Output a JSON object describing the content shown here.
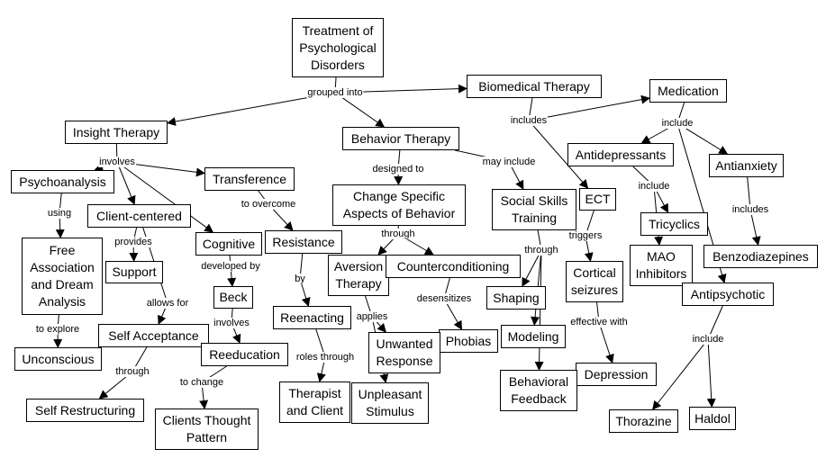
{
  "nodes": [
    {
      "label": "Treatment of\nPsychological\nDisorders"
    },
    {
      "label": "Biomedical Therapy"
    },
    {
      "label": "Medication"
    },
    {
      "label": "Insight Therapy"
    },
    {
      "label": "Behavior Therapy"
    },
    {
      "label": "Antidepressants"
    },
    {
      "label": "Antianxiety"
    },
    {
      "label": "Psychoanalysis"
    },
    {
      "label": "Transference"
    },
    {
      "label": "Client-centered"
    },
    {
      "label": "Change Specific\nAspects of Behavior"
    },
    {
      "label": "Social Skills\nTraining"
    },
    {
      "label": "ECT"
    },
    {
      "label": "Tricyclics"
    },
    {
      "label": "Cognitive"
    },
    {
      "label": "Resistance"
    },
    {
      "label": "Free\nAssociation\nand Dream\nAnalysis"
    },
    {
      "label": "Support"
    },
    {
      "label": "Aversion\nTherapy"
    },
    {
      "label": "Counterconditioning"
    },
    {
      "label": "MAO\nInhibitors"
    },
    {
      "label": "Benzodiazepines"
    },
    {
      "label": "Cortical\nseizures"
    },
    {
      "label": "Antipsychotic"
    },
    {
      "label": "Beck"
    },
    {
      "label": "Shaping"
    },
    {
      "label": "Reenacting"
    },
    {
      "label": "Self Acceptance"
    },
    {
      "label": "Modeling"
    },
    {
      "label": "Phobias"
    },
    {
      "label": "Unwanted\nResponse"
    },
    {
      "label": "Unconscious"
    },
    {
      "label": "Reeducation"
    },
    {
      "label": "Depression"
    },
    {
      "label": "Behavioral\nFeedback"
    },
    {
      "label": "Self Restructuring"
    },
    {
      "label": "Therapist\nand Client"
    },
    {
      "label": "Unpleasant\nStimulus"
    },
    {
      "label": "Clients Thought\nPattern"
    },
    {
      "label": "Thorazine"
    },
    {
      "label": "Haldol"
    }
  ],
  "links": [
    {
      "label": "grouped into",
      "from": 0,
      "to": [
        3,
        4,
        1
      ]
    },
    {
      "label": "includes",
      "from": 1,
      "to": [
        2,
        12
      ]
    },
    {
      "label": "include",
      "from": 2,
      "to": [
        5,
        6,
        23
      ]
    },
    {
      "label": "may include",
      "from": 4,
      "to": [
        11
      ]
    },
    {
      "label": "designed to",
      "from": 4,
      "to": [
        10
      ]
    },
    {
      "label": "involves",
      "from": 3,
      "to": [
        7,
        8,
        9,
        14
      ]
    },
    {
      "label": "using",
      "from": 7,
      "to": [
        16
      ]
    },
    {
      "label": "to explore",
      "from": 16,
      "to": [
        31
      ]
    },
    {
      "label": "provides",
      "from": 9,
      "to": [
        17
      ]
    },
    {
      "label": "allows for",
      "from": 9,
      "to": [
        27
      ]
    },
    {
      "label": "to overcome",
      "from": 8,
      "to": [
        15
      ]
    },
    {
      "label": "developed by",
      "from": 14,
      "to": [
        24
      ]
    },
    {
      "label": "involves",
      "from": 24,
      "to": [
        32
      ]
    },
    {
      "label": "to change",
      "from": 32,
      "to": [
        38
      ]
    },
    {
      "label": "through",
      "from": 27,
      "to": [
        35
      ]
    },
    {
      "label": "by",
      "from": 15,
      "to": [
        26
      ]
    },
    {
      "label": "roles through",
      "from": 26,
      "to": [
        36
      ]
    },
    {
      "label": "through",
      "from": 10,
      "to": [
        18,
        19
      ]
    },
    {
      "label": "desensitizes",
      "from": 19,
      "to": [
        29
      ]
    },
    {
      "label": "applies",
      "from": 18,
      "to": [
        30,
        37
      ]
    },
    {
      "label": "through",
      "from": 11,
      "to": [
        25,
        28,
        34
      ]
    },
    {
      "label": "triggers",
      "from": 12,
      "to": [
        22
      ]
    },
    {
      "label": "effective with",
      "from": 22,
      "to": [
        33
      ]
    },
    {
      "label": "include",
      "from": 5,
      "to": [
        13,
        20
      ]
    },
    {
      "label": "includes",
      "from": 6,
      "to": [
        21
      ]
    },
    {
      "label": "include",
      "from": 23,
      "to": [
        39,
        40
      ]
    }
  ]
}
